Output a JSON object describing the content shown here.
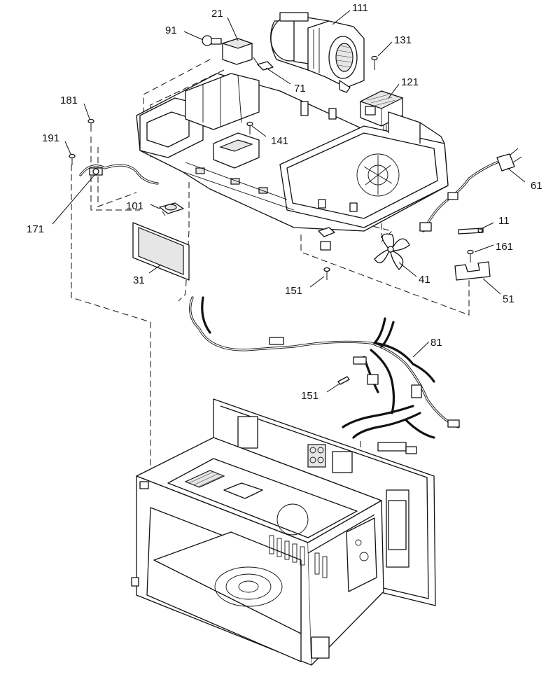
{
  "callouts": [
    {
      "label": "21"
    },
    {
      "label": "111"
    },
    {
      "label": "91"
    },
    {
      "label": "131"
    },
    {
      "label": "71"
    },
    {
      "label": "121"
    },
    {
      "label": "181"
    },
    {
      "label": "141"
    },
    {
      "label": "191"
    },
    {
      "label": "61"
    },
    {
      "label": "171"
    },
    {
      "label": "101"
    },
    {
      "label": "11"
    },
    {
      "label": "161"
    },
    {
      "label": "31"
    },
    {
      "label": "41"
    },
    {
      "label": "151"
    },
    {
      "label": "51"
    },
    {
      "label": "81"
    },
    {
      "label": "151"
    }
  ],
  "colors": {
    "ink": "#111111",
    "paper": "#ffffff",
    "shade": "#e6e6e6"
  }
}
